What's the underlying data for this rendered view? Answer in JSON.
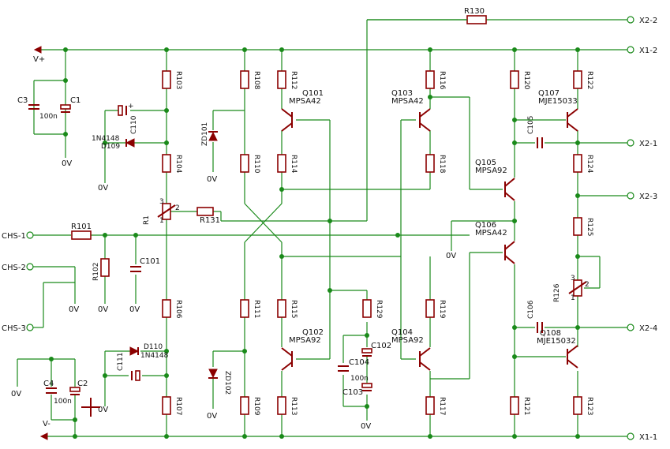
{
  "labels": {
    "R130": "R130",
    "X2_2": "X2-2",
    "X1_2": "X1-2",
    "X2_1": "X2-1",
    "X2_3": "X2-3",
    "X2_4": "X2-4",
    "X1_1": "X1-1",
    "Vplus": "V+",
    "Vminus": "V-",
    "CHS1": "CHS-1",
    "CHS2": "CHS-2",
    "CHS3": "CHS-3",
    "C3": "C3",
    "C1": "C1",
    "C3val": "100n",
    "gnd": "0V",
    "R103": "R103",
    "R104": "R104",
    "R106": "R106",
    "R107": "R107",
    "R108": "R108",
    "R110": "R110",
    "R111": "R111",
    "R109": "R109",
    "R112": "R112",
    "R114": "R114",
    "R115": "R115",
    "R113": "R113",
    "R116": "R116",
    "R118": "R118",
    "R119": "R119",
    "R117": "R117",
    "R120": "R120",
    "R121": "R121",
    "R122": "R122",
    "R124": "R124",
    "R125": "R125",
    "R123": "R123",
    "R126": "R126",
    "R101": "R101",
    "R102": "R102",
    "R129": "R129",
    "R131": "R131",
    "R1": "R1",
    "C110": "C110",
    "C111": "C111",
    "C101": "C101",
    "C105": "C105",
    "C106": "C106",
    "C104": "C104",
    "C102": "C102",
    "C103": "C103",
    "C4": "C4",
    "C2": "C2",
    "C4val": "100n",
    "C104val": "100n",
    "D109": "D109",
    "D109val": "1N4148",
    "D110": "D110",
    "D110val": "1N4148",
    "ZD101": "ZD101",
    "ZD102": "ZD102",
    "Q101": "Q101",
    "Q101val": "MPSA42",
    "Q102": "Q102",
    "Q102val": "MPSA92",
    "Q103": "Q103",
    "Q103val": "MPSA42",
    "Q104": "Q104",
    "Q104val": "MPSA92",
    "Q105": "Q105",
    "Q105val": "MPSA92",
    "Q106": "Q106",
    "Q106val": "MPSA42",
    "Q107": "Q107",
    "Q107val": "MJE15033",
    "Q108": "Q108",
    "Q108val": "MJE15032",
    "pin1": "1",
    "pin2": "2",
    "pin3": "3"
  }
}
